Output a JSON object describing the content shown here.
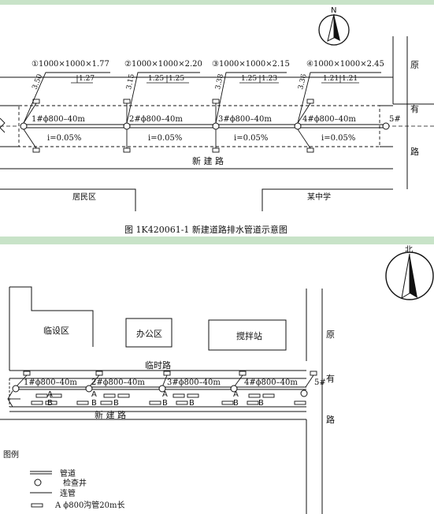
{
  "top": {
    "north": "N",
    "wells": [
      {
        "label": "①1000×1000×1.77",
        "depth": "3.50",
        "elev_a": "1.27",
        "elev_b": "",
        "pipe": "1#ϕ800–40m",
        "slope": "i=0.05%"
      },
      {
        "label": "②1000×1000×2.20",
        "depth": "3.15",
        "elev_a": "1.25",
        "elev_b": "1.25",
        "pipe": "2#ϕ800–40m",
        "slope": "i=0.05%"
      },
      {
        "label": "③1000×1000×2.15",
        "depth": "3.38",
        "elev_a": "1.25",
        "elev_b": "1.23",
        "pipe": "3#ϕ800–40m",
        "slope": "i=0.05%"
      },
      {
        "label": "④1000×1000×2.45",
        "depth": "3.36",
        "elev_a": "1.21",
        "elev_b": "1.21",
        "pipe": "4#ϕ800–40m",
        "slope": "i=0.05%"
      }
    ],
    "end_well": "5#",
    "road_new": "新  建  路",
    "road_old_chars": [
      "原",
      "有",
      "路"
    ],
    "area_left": "居民区",
    "area_right": "某中学",
    "caption": "图 1K420061-1   新建道路排水管道示意图"
  },
  "bottom": {
    "north": "北",
    "zones": [
      "临设区",
      "办公区",
      "搅拌站"
    ],
    "temp_road": "临时路",
    "pipes": [
      "1#ϕ800–40m",
      "2#ϕ800–40m",
      "3#ϕ800–40m",
      "4#ϕ800–40m"
    ],
    "end_well": "5#",
    "tag_a": "A",
    "tag_b": "B",
    "road_new": "新  建  路",
    "road_old_chars": [
      "原",
      "有",
      "路"
    ],
    "legend": {
      "title": "图例",
      "items": [
        "管道",
        "检查井",
        "连管",
        "A ϕ800沟管20m长"
      ]
    }
  }
}
